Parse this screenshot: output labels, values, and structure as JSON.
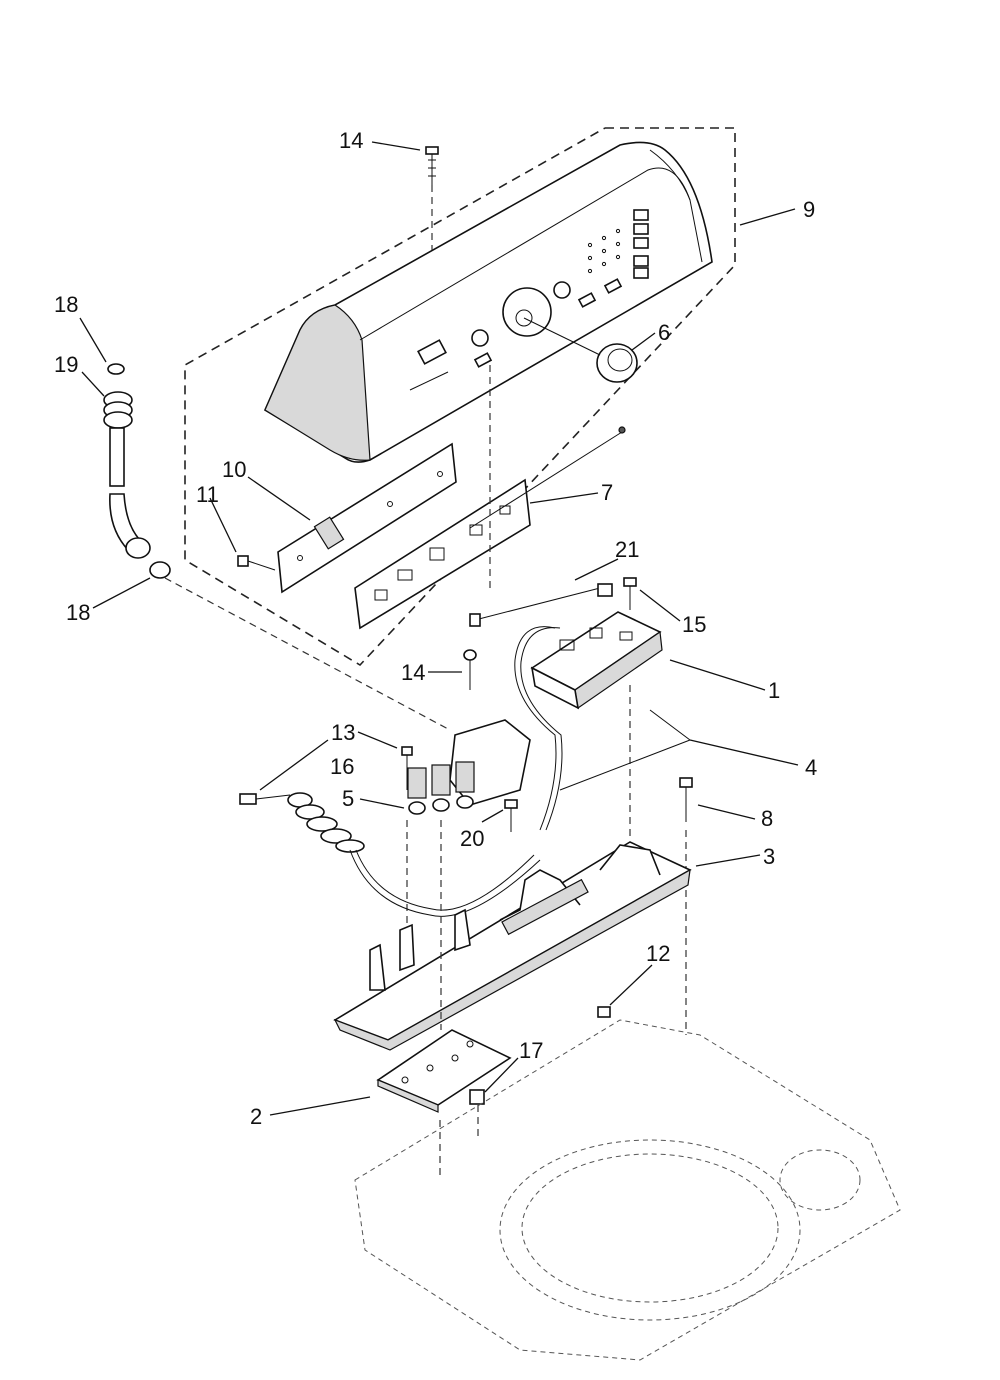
{
  "callouts": [
    {
      "id": "c14a",
      "label": "14",
      "part": "screw-console-top"
    },
    {
      "id": "c9",
      "label": "9",
      "part": "console-panel"
    },
    {
      "id": "c18a",
      "label": "18",
      "part": "washer-top"
    },
    {
      "id": "c19",
      "label": "19",
      "part": "fill-hose"
    },
    {
      "id": "c6",
      "label": "6",
      "part": "knob"
    },
    {
      "id": "c10",
      "label": "10",
      "part": "ui-bracket"
    },
    {
      "id": "c11",
      "label": "11",
      "part": "screw-bracket"
    },
    {
      "id": "c7",
      "label": "7",
      "part": "ui-board"
    },
    {
      "id": "c18b",
      "label": "18",
      "part": "washer-bottom"
    },
    {
      "id": "c21",
      "label": "21",
      "part": "wire-harness"
    },
    {
      "id": "c15",
      "label": "15",
      "part": "screw-control"
    },
    {
      "id": "c14b",
      "label": "14",
      "part": "screw-valve"
    },
    {
      "id": "c1",
      "label": "1",
      "part": "control-board"
    },
    {
      "id": "c13",
      "label": "13",
      "part": "screw-mount"
    },
    {
      "id": "c16",
      "label": "16",
      "part": "power-cord"
    },
    {
      "id": "c4",
      "label": "4",
      "part": "rod"
    },
    {
      "id": "c5",
      "label": "5",
      "part": "water-valve"
    },
    {
      "id": "c20",
      "label": "20",
      "part": "screw-valve-bottom"
    },
    {
      "id": "c8",
      "label": "8",
      "part": "screw-base"
    },
    {
      "id": "c3",
      "label": "3",
      "part": "console-base"
    },
    {
      "id": "c12",
      "label": "12",
      "part": "clip"
    },
    {
      "id": "c17",
      "label": "17",
      "part": "clip-small"
    },
    {
      "id": "c2",
      "label": "2",
      "part": "bracket-plate"
    }
  ]
}
